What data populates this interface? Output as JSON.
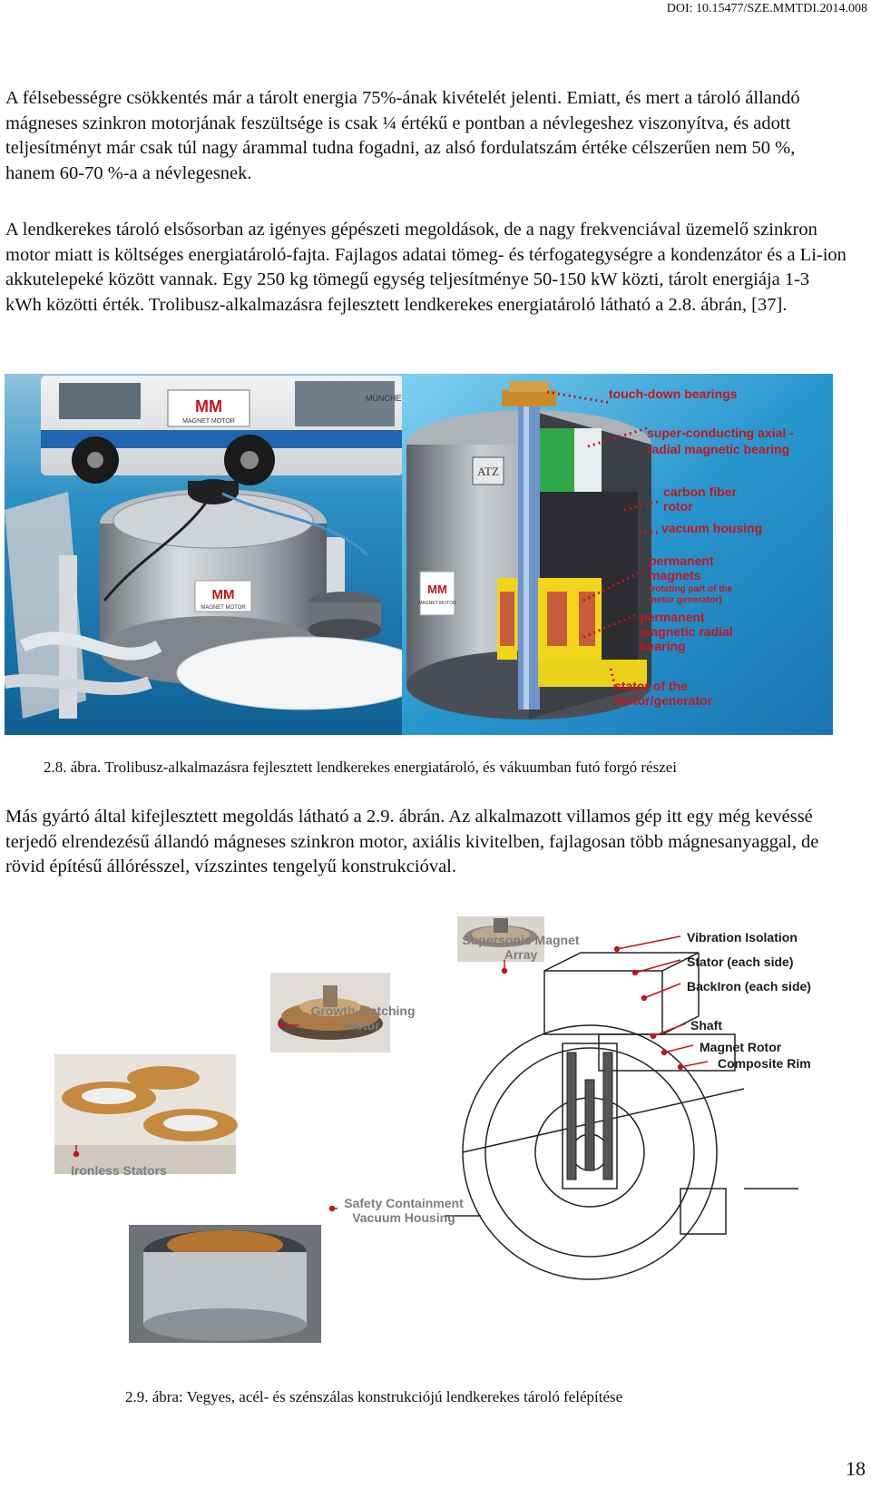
{
  "header": {
    "doi": "DOI: 10.15477/SZE.MMTDI.2014.008"
  },
  "paragraphs": {
    "p1": "A félsebességre csökkentés már a tárolt energia 75%-ának kivételét jelenti. Emiatt, és mert a tároló állandó mágneses szinkron motorjának feszültsége is csak ¼ értékű e pontban a névlegeshez viszonyítva, és adott teljesítményt már csak túl nagy árammal tudna fogadni, az alsó fordulatszám értéke célszerűen nem 50 %, hanem 60-70 %-a a névlegesnek.",
    "p2": "A lendkerekes tároló elsősorban az igényes gépészeti megoldások, de a nagy frekvenciával üzemelő szinkron motor miatt is költséges energiatároló-fajta. Fajlagos adatai tömeg- és térfogategységre a kondenzátor és a Li-ion akkutelepeké között vannak. Egy 250 kg tömegű egység teljesítménye 50-150 kW közti, tárolt energiája 1-3 kWh közötti érték. Trolibusz-alkalmazásra fejlesztett lendkerekes energiatároló látható a 2.8. ábrán, [37].",
    "p3": "Más gyártó által kifejlesztett megoldás látható a 2.9. ábrán. Az alkalmazott villamos gép itt egy még kevéssé terjedő elrendezésű állandó mágneses szinkron motor, axiális kivitelben, fajlagosan több mágnesanyaggal, de rövid építésű állórésszel, vízszintes tengelyű konstrukcióval."
  },
  "figure28": {
    "bus_logo": "MM",
    "bus_logo_sub": "MAGNET MOTOR",
    "bus_side_text": "MÜNCHE",
    "unit_logo": "MM",
    "unit_logo_sub": "MAGNET MOTOR",
    "housing_badge": "ATZ",
    "housing_logo": "MM",
    "housing_logo_sub": "MAGNET MOTOR",
    "labels": {
      "touchdown": "touch-down bearings",
      "superconducting_1": "super-conducting axial -",
      "superconducting_2": "radial magnetic bearing",
      "carbon_1": "carbon fiber",
      "carbon_2": "rotor",
      "vacuum": "vacuum housing",
      "pm_1": "permanent",
      "pm_2": "magnets",
      "pm_note_1": "(rotating part of the",
      "pm_note_2": "motor generator)",
      "pmrb_1": "permanent",
      "pmrb_2": "magnetic radial",
      "pmrb_3": "bearing",
      "stator_1": "stator of the",
      "stator_2": "motor/generator"
    },
    "caption_num": "2.8. ábra.",
    "caption_text": " Trolibusz-alkalmazásra fejlesztett lendkerekes energiatároló, és vákuumban futó forgó részei"
  },
  "figure29": {
    "labels": {
      "supersonic_1": "Supersonic Magnet",
      "supersonic_2": "Array",
      "growth_1": "Growth-Matching",
      "growth_2": "Rotor",
      "ironless": "Ironless Stators",
      "safety_1": "Safety Containment",
      "safety_2": "Vacuum Housing",
      "vibration": "Vibration Isolation",
      "stator": "Stator (each side)",
      "backiron": "BackIron (each side)",
      "shaft": "Shaft",
      "magnet_rotor": "Magnet Rotor",
      "composite_rim": "Composite Rim"
    },
    "caption": "2.9.  ábra: Vegyes, acél- és szénszálas konstrukciójú lendkerekes tároló felépítése"
  },
  "footer": {
    "page_number": "18"
  },
  "colors": {
    "callout_red": "#c4151c",
    "callout_grey": "#7d7d7d",
    "figure_bg": "#1f88b8"
  }
}
